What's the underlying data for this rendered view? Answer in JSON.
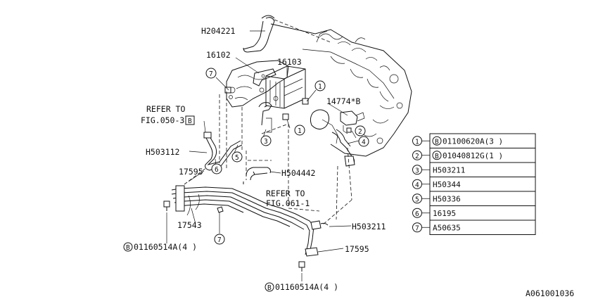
{
  "callouts": {
    "h204221": "H204221",
    "p16102": "16102",
    "p16103": "16103",
    "p14774b": "14774*B",
    "refer_to_1": "REFER TO",
    "fig_050_3": "FIG.050-3.",
    "fig_050_3_badge": "B",
    "h503112": "H503112",
    "h504442": "H504442",
    "p17595_upper": "17595",
    "refer_to_2": "REFER TO",
    "fig_061_1": "FIG.061-1",
    "h503211": "H503211",
    "p17543": "17543",
    "p17595_lower": "17595",
    "bolt_left": "01160514A(4 )",
    "bolt_left_badge": "B",
    "bolt_bottom": "01160514A(4 )",
    "bolt_bottom_badge": "B"
  },
  "markers": {
    "m1_top": "1",
    "m1_mid": "1",
    "m2": "2",
    "m3": "3",
    "m4": "4",
    "m5": "5",
    "m6": "6",
    "m7_top": "7",
    "m7_bottom": "7"
  },
  "parts_table": [
    {
      "num": "1",
      "badge": "B",
      "part": "01100620A(3 )"
    },
    {
      "num": "2",
      "badge": "B",
      "part": "01040812G(1 )"
    },
    {
      "num": "3",
      "badge": "",
      "part": "H503211"
    },
    {
      "num": "4",
      "badge": "",
      "part": "H50344"
    },
    {
      "num": "5",
      "badge": "",
      "part": "H50336"
    },
    {
      "num": "6",
      "badge": "",
      "part": "16195"
    },
    {
      "num": "7",
      "badge": "",
      "part": "A50635"
    }
  ],
  "diagram_id": "A061001036"
}
